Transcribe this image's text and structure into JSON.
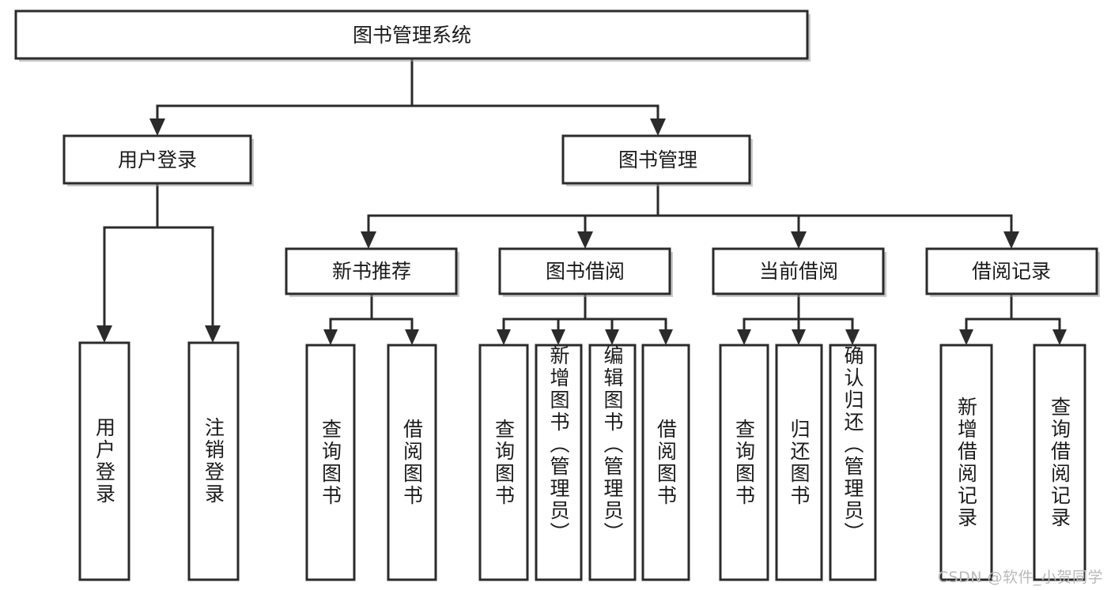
{
  "diagram": {
    "title": "图书管理系统",
    "type": "tree-hierarchy-chart",
    "root": {
      "label": "图书管理系统"
    },
    "level2": [
      {
        "label": "用户登录"
      },
      {
        "label": "图书管理"
      }
    ],
    "level3": [
      {
        "label": "新书推荐"
      },
      {
        "label": "图书借阅"
      },
      {
        "label": "当前借阅"
      },
      {
        "label": "借阅记录"
      }
    ],
    "leaves": {
      "user_login": [
        {
          "label": "用户登录"
        },
        {
          "label": "注销登录"
        }
      ],
      "new_book_recommend": [
        {
          "label": "查询图书"
        },
        {
          "label": "借阅图书"
        }
      ],
      "book_borrow": [
        {
          "label": "查询图书"
        },
        {
          "label": "新增图书（管理员）"
        },
        {
          "label": "编辑图书（管理员）"
        },
        {
          "label": "借阅图书"
        }
      ],
      "current_borrow": [
        {
          "label": "查询图书"
        },
        {
          "label": "归还图书"
        },
        {
          "label": "确认归还（管理员）"
        }
      ],
      "borrow_record": [
        {
          "label": "新增借阅记录"
        },
        {
          "label": "查询借阅记录"
        }
      ]
    }
  },
  "watermark": {
    "text": "CSDN @软件_小贺同学"
  },
  "colors": {
    "stroke": "#2b2b2b",
    "box_fill": "#ffffff",
    "text": "#1b1b1b",
    "watermark": "#b9b9b9",
    "background": "#ffffff"
  }
}
